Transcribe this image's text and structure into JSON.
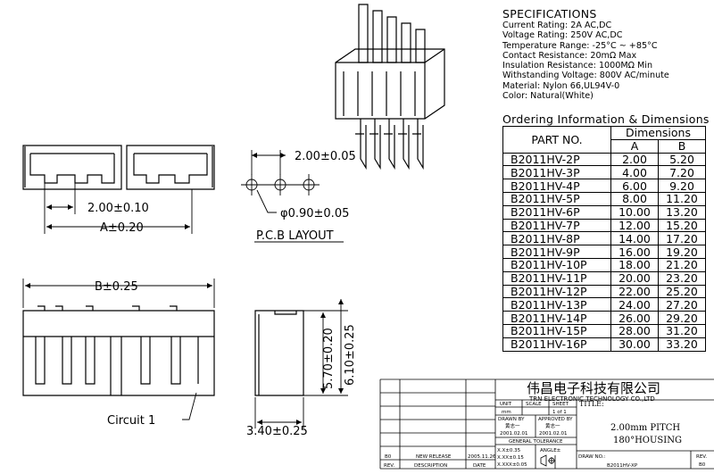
{
  "specifications": {
    "heading": "SPECIFICATIONS",
    "lines": [
      "Current Rating: 2A AC,DC",
      "Voltage Rating: 250V AC,DC",
      "Temperature Range: -25°C ~ +85°C",
      "Contact Resistance: 20mΩ Max",
      "Insulation Resistance: 1000MΩ Min",
      "Withstanding Voltage: 800V AC/minute",
      "Material: Nylon 66,UL94V-0",
      "Color: Natural(White)"
    ]
  },
  "ordering": {
    "title": "Ordering Information & Dimensions",
    "header_part": "PART NO.",
    "header_dims": "Dimensions",
    "col_a": "A",
    "col_b": "B",
    "rows": [
      {
        "part": "B2011HV-2P",
        "a": "2.00",
        "b": "5.20"
      },
      {
        "part": "B2011HV-3P",
        "a": "4.00",
        "b": "7.20"
      },
      {
        "part": "B2011HV-4P",
        "a": "6.00",
        "b": "9.20"
      },
      {
        "part": "B2011HV-5P",
        "a": "8.00",
        "b": "11.20"
      },
      {
        "part": "B2011HV-6P",
        "a": "10.00",
        "b": "13.20"
      },
      {
        "part": "B2011HV-7P",
        "a": "12.00",
        "b": "15.20"
      },
      {
        "part": "B2011HV-8P",
        "a": "14.00",
        "b": "17.20"
      },
      {
        "part": "B2011HV-9P",
        "a": "16.00",
        "b": "19.20"
      },
      {
        "part": "B2011HV-10P",
        "a": "18.00",
        "b": "21.20"
      },
      {
        "part": "B2011HV-11P",
        "a": "20.00",
        "b": "23.20"
      },
      {
        "part": "B2011HV-12P",
        "a": "22.00",
        "b": "25.20"
      },
      {
        "part": "B2011HV-13P",
        "a": "24.00",
        "b": "27.20"
      },
      {
        "part": "B2011HV-14P",
        "a": "26.00",
        "b": "29.20"
      },
      {
        "part": "B2011HV-15P",
        "a": "28.00",
        "b": "31.20"
      },
      {
        "part": "B2011HV-16P",
        "a": "30.00",
        "b": "33.20"
      }
    ]
  },
  "labels": {
    "pitch_top": "2.00±0.10",
    "dim_a": "A±0.20",
    "pcb_pitch": "2.00±0.05",
    "hole": "φ0.90±0.05",
    "pcb_layout": "P.C.B LAYOUT",
    "dim_b": "B±0.25",
    "circuit": "Circuit 1",
    "height1": "5.70±0.20",
    "height2": "6.10±0.25",
    "depth": "3.40±0.25"
  },
  "title_block": {
    "company_cn": "伟昌电子科技有限公司",
    "company_en": "TRN ELECTRONIC TECHNOLOGY CO.,LTD",
    "unit_label": "UNIT",
    "scale_label": "SCALE",
    "sheet_label": "SHEET",
    "unit_val": "mm",
    "sheet_val": "1 of 1",
    "title_label": "TITLE:",
    "title_line1": "2.00mm PITCH",
    "title_line2": "180°HOUSING",
    "drawn_by": "DRAWN BY",
    "approved_by": "APPROVED BY",
    "drawn_name": "黄志一",
    "approved_name": "黄志一",
    "drawn_date": "2001.02.01",
    "approved_date": "2001.02.01",
    "gen_tol": "GENERAL TOLERANCE",
    "tol1": "X.X±0.35",
    "tol2": "X.XX±0.15",
    "tol3": "X.XXX±0.05",
    "angle": "ANGLE±",
    "rev_code": "B0",
    "rev_desc": "NEW RELEASE",
    "rev_date": "2005.11.26",
    "rev_hdr": "REV.",
    "desc_hdr": "DESCRIPTION",
    "date_hdr": "DATE",
    "drw_no_label": "DRAW NO.:",
    "drw_no": "B2011HV-XP",
    "rev_label": "REV.",
    "rev_value": "B0"
  }
}
